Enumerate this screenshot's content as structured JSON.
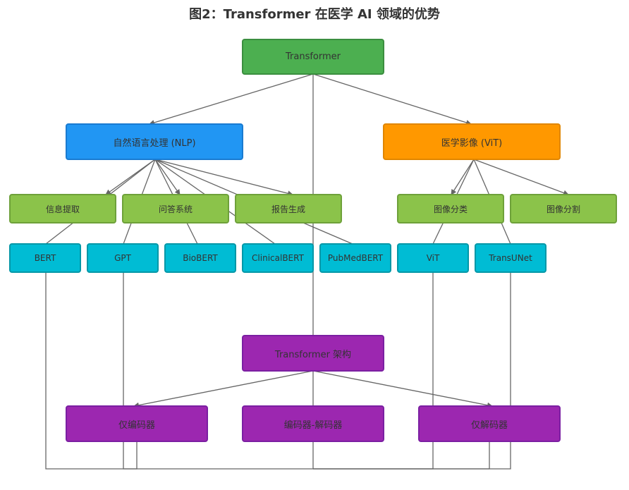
{
  "title": "图2：Transformer 在医学 AI 领域的优势",
  "colors": {
    "root": "#4caf50",
    "nlp": "#2196f3",
    "vision": "#ff9800",
    "task": "#8bc34a",
    "model": "#00bcd4",
    "architecture": "#9c27b0",
    "line": "#666666"
  },
  "nodes": {
    "root": "Transformer",
    "nlp": "自然语言处理 (NLP)",
    "vision": "医学影像 (ViT)",
    "info_extraction": "信息提取",
    "qa_system": "问答系统",
    "report_generation": "报告生成",
    "image_classification": "图像分类",
    "image_segmentation": "图像分割",
    "bert": "BERT",
    "gpt": "GPT",
    "biobert": "BioBERT",
    "clinicalbert": "ClinicalBERT",
    "pubmedbert": "PubMedBERT",
    "vit": "ViT",
    "transunet": "TransUNet",
    "architecture": "Transformer 架构",
    "encoder_only": "仅编码器",
    "encoder_decoder": "编码器-解码器",
    "decoder_only": "仅解码器"
  }
}
